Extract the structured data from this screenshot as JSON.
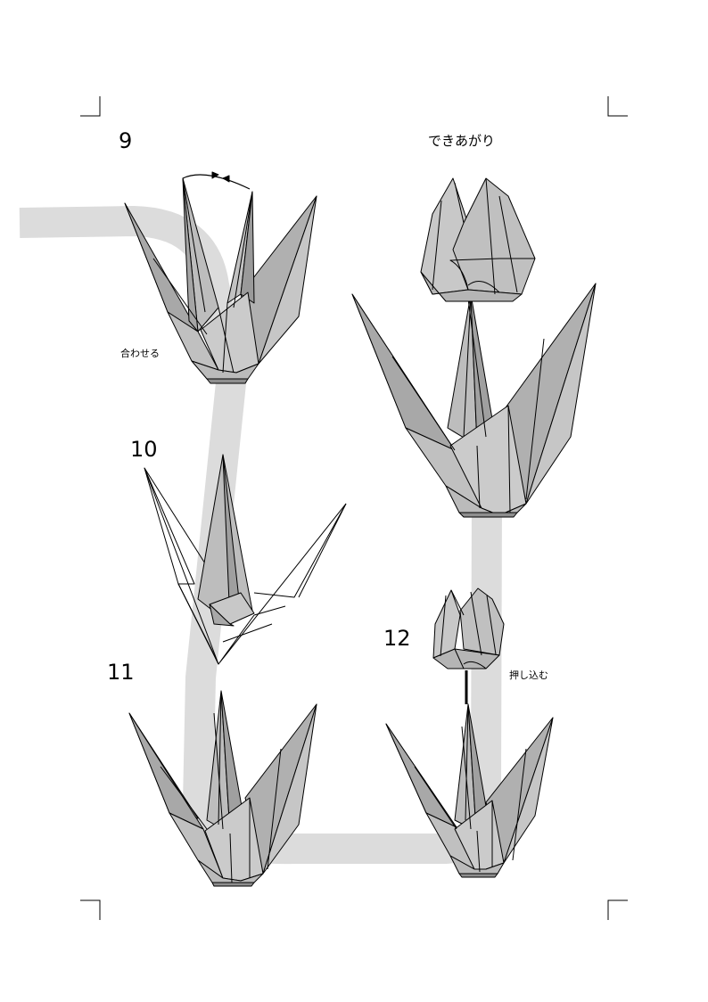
{
  "steps": [
    {
      "number": "9",
      "label": "合わせる"
    },
    {
      "number": "10"
    },
    {
      "number": "11"
    },
    {
      "number": "12",
      "label": "押し込む"
    },
    {
      "title": "できあがり"
    }
  ],
  "colors": {
    "fill": "#b9b9b9",
    "fill_light": "#c8c8c8",
    "fill_dark": "#9f9f9f",
    "stroke": "#000000",
    "path_band": "#dcdcdc",
    "paper": "#ffffff"
  }
}
